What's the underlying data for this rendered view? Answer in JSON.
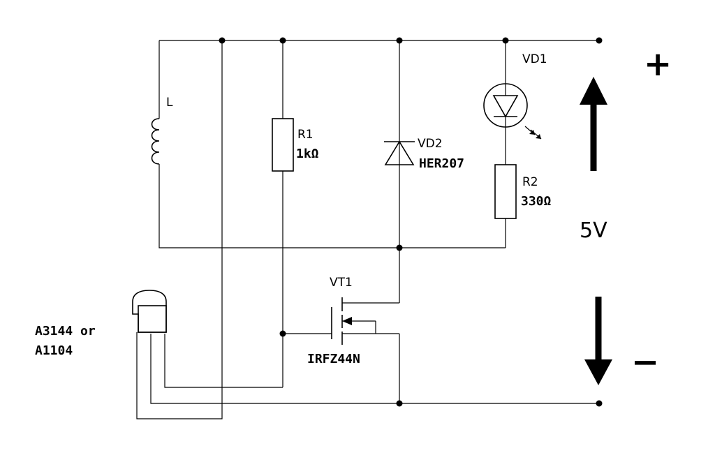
{
  "components": {
    "inductor": {
      "ref": "L"
    },
    "r1": {
      "ref": "R1",
      "value": "1kΩ"
    },
    "vd2": {
      "ref": "VD2",
      "part": "HER207"
    },
    "vd1": {
      "ref": "VD1"
    },
    "r2": {
      "ref": "R2",
      "value": "330Ω"
    },
    "vt1": {
      "ref": "VT1",
      "part": "IRFZ44N"
    },
    "hall_sensor": {
      "part_line1": "A3144 or",
      "part_line2": "A1104"
    }
  },
  "supply": {
    "voltage": "5V",
    "positive_sign": "+",
    "negative_sign": "−"
  }
}
